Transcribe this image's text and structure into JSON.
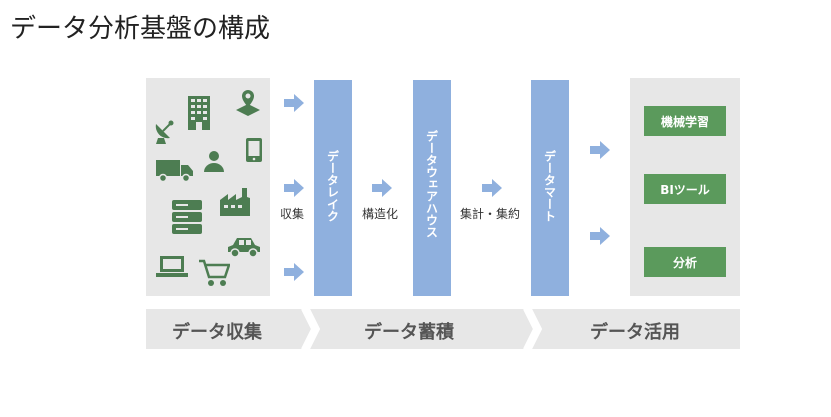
{
  "title": "データ分析基盤の構成",
  "columns": {
    "lake": "データレイク",
    "warehouse": "データウェアハウス",
    "mart": "データマート"
  },
  "steps": {
    "collect": "収集",
    "structure": "構造化",
    "aggregate": "集計・集約"
  },
  "outputs": [
    "機械学習",
    "BIツール",
    "分析"
  ],
  "phases": [
    "データ収集",
    "データ蓄積",
    "データ活用"
  ],
  "colors": {
    "column": "#8fb0de",
    "arrow": "#8fb0de",
    "output": "#5b9a5c",
    "icon": "#4d7d52",
    "panel": "#e7e7e7",
    "phase": "#e7e7e7"
  },
  "source_icons": [
    "building-icon",
    "map-pin-icon",
    "satellite-dish-icon",
    "smartphone-icon",
    "truck-icon",
    "person-icon",
    "server-icon",
    "factory-icon",
    "car-icon",
    "laptop-icon",
    "shopping-cart-icon"
  ]
}
